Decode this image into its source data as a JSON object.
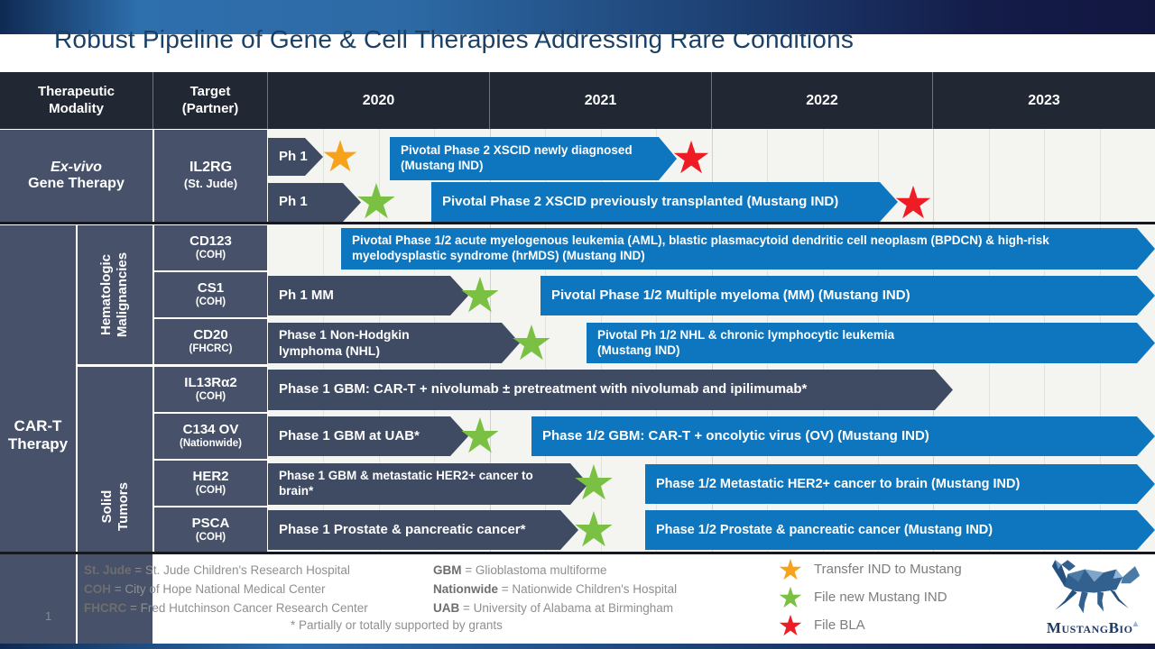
{
  "title": "Robust Pipeline of Gene & Cell Therapies Addressing Rare Conditions",
  "page_number": "1",
  "table": {
    "header": {
      "modality_label": "Therapeutic\nModality",
      "target_label": "Target\n(Partner)",
      "years": [
        "2020",
        "2021",
        "2022",
        "2023"
      ]
    },
    "modalities": {
      "ex_vivo_italic": "Ex-vivo",
      "ex_vivo_rest": "Gene Therapy",
      "car_t": "CAR-T\nTherapy",
      "group_hematologic": "Hematologic\nMalignancies",
      "group_solid": "Solid\nTumors"
    },
    "targets": [
      {
        "name": "IL2RG",
        "partner": "(St. Jude)"
      },
      {
        "name": "CD123",
        "partner": "(COH)"
      },
      {
        "name": "CS1",
        "partner": "(COH)"
      },
      {
        "name": "CD20",
        "partner": "(FHCRC)"
      },
      {
        "name": "IL13Rα2",
        "partner": "(COH)"
      },
      {
        "name": "C134 OV",
        "partner": "(Nationwide)"
      },
      {
        "name": "HER2",
        "partner": "(COH)"
      },
      {
        "name": "PSCA",
        "partner": "(COH)"
      }
    ],
    "bars": [
      {
        "label": "Ph 1"
      },
      {
        "label": "Pivotal Phase 2 XSCID newly diagnosed\n(Mustang IND)"
      },
      {
        "label": "Ph 1"
      },
      {
        "label": "Pivotal Phase 2 XSCID previously transplanted (Mustang IND)"
      },
      {
        "label": "Pivotal Phase 1/2 acute myelogenous leukemia (AML), blastic plasmacytoid  dendritic cell neoplasm (BPDCN) & high-risk\nmyelodysplastic  syndrome (hrMDS) (Mustang IND)"
      },
      {
        "label": "Ph 1 MM"
      },
      {
        "label": "Pivotal Phase 1/2 Multiple myeloma (MM) (Mustang IND)"
      },
      {
        "label": "Phase 1 Non-Hodgkin\nlymphoma (NHL)"
      },
      {
        "label": "Pivotal Ph 1/2 NHL & chronic lymphocytic  leukemia\n(Mustang IND)"
      },
      {
        "label": "Phase 1 GBM:  CAR-T + nivolumab ± pretreatment with nivolumab and ipilimumab*"
      },
      {
        "label": "Phase 1 GBM at UAB*"
      },
      {
        "label": "Phase 1/2 GBM:  CAR-T + oncolytic virus (OV) (Mustang IND)"
      },
      {
        "label": "Phase 1 GBM & metastatic HER2+ cancer to\nbrain*"
      },
      {
        "label": "Phase 1/2  Metastatic HER2+ cancer to brain (Mustang IND)"
      },
      {
        "label": "Phase 1 Prostate & pancreatic cancer*"
      },
      {
        "label": "Phase 1/2  Prostate & pancreatic cancer (Mustang IND)"
      }
    ]
  },
  "stars": {
    "glyph": "★"
  },
  "legend": {
    "abbrev_left": [
      {
        "term": "St. Jude",
        "def": "= St. Jude Children's Research Hospital"
      },
      {
        "term": "COH",
        "def": "= City of Hope National Medical Center"
      },
      {
        "term": "FHCRC",
        "def": "= Fred Hutchinson Cancer Research Center"
      }
    ],
    "abbrev_right": [
      {
        "term": "GBM",
        "def": "= Glioblastoma multiforme"
      },
      {
        "term": "Nationwide",
        "def": "= Nationwide Children's Hospital"
      },
      {
        "term": "UAB",
        "def": "= University of Alabama at Birmingham"
      }
    ],
    "footnote": "* Partially or totally supported by grants",
    "stars": [
      {
        "color": "#F7A21B",
        "label": "Transfer IND to Mustang"
      },
      {
        "color": "#7AC143",
        "label": "File new Mustang IND"
      },
      {
        "color": "#EE1C25",
        "label": "File BLA"
      }
    ]
  },
  "logo": {
    "wordmark": "MustangBio"
  },
  "colors": {
    "bar_blue": "#0d76bf",
    "bar_slate": "#3f4b63",
    "header_dark": "#212733",
    "cell_slate": "#47526a",
    "star_orange": "#F7A21B",
    "star_green": "#7AC143",
    "star_red": "#EE1C25",
    "title_blue": "#1a4066"
  }
}
